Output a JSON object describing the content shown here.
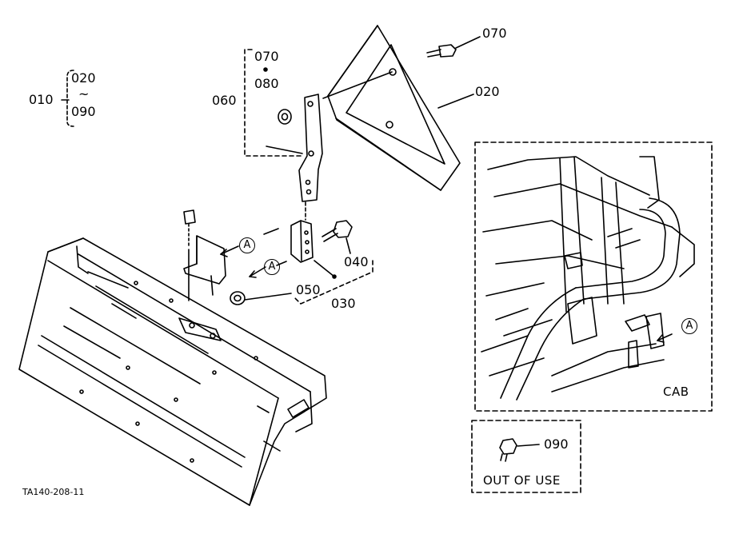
{
  "labels": {
    "l010": "010",
    "l020a": "020",
    "tilde": "~",
    "l090a": "090",
    "l070a": "070",
    "l080": "080",
    "l060": "060",
    "l070b": "070",
    "l020b": "020",
    "l040": "040",
    "l050": "050",
    "l030": "030",
    "l090b": "090",
    "cab": "CAB",
    "out_of_use": "OUT OF USE",
    "figure_code": "TA140-208-11"
  },
  "callouts": {
    "a1": "A",
    "a2": "A",
    "a3": "A"
  }
}
